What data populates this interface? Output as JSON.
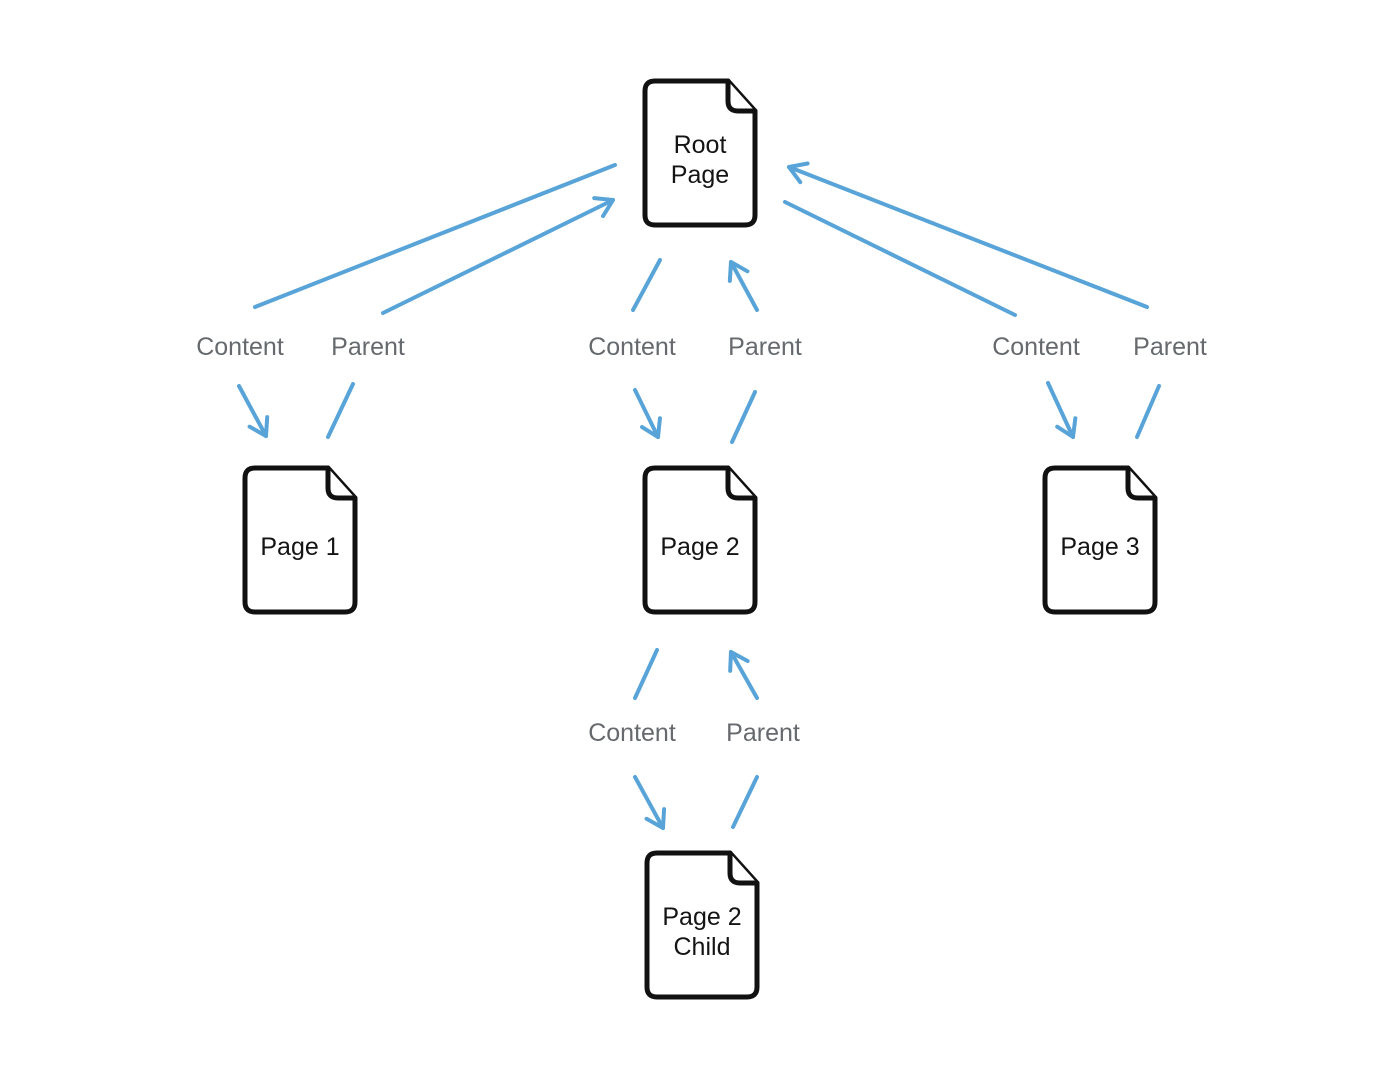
{
  "diagram": {
    "nodes": {
      "root": {
        "title": "Root\nPage"
      },
      "page1": {
        "title": "Page 1"
      },
      "page2": {
        "title": "Page 2"
      },
      "page3": {
        "title": "Page 3"
      },
      "page2_child": {
        "title": "Page 2\nChild"
      }
    },
    "edge_labels": {
      "left_content": "Content",
      "left_parent": "Parent",
      "mid_content": "Content",
      "mid_parent": "Parent",
      "right_content": "Content",
      "right_parent": "Parent",
      "bottom_content": "Content",
      "bottom_parent": "Parent"
    },
    "edges": [
      {
        "from": "Root Page",
        "to": "Page 1",
        "label": "Content"
      },
      {
        "from": "Page 1",
        "to": "Root Page",
        "label": "Parent"
      },
      {
        "from": "Root Page",
        "to": "Page 2",
        "label": "Content"
      },
      {
        "from": "Page 2",
        "to": "Root Page",
        "label": "Parent"
      },
      {
        "from": "Root Page",
        "to": "Page 3",
        "label": "Content"
      },
      {
        "from": "Page 3",
        "to": "Root Page",
        "label": "Parent"
      },
      {
        "from": "Page 2",
        "to": "Page 2 Child",
        "label": "Content"
      },
      {
        "from": "Page 2 Child",
        "to": "Page 2",
        "label": "Parent"
      }
    ],
    "colors": {
      "arrow_blue": "#58A4D8",
      "node_stroke": "#111111",
      "node_text": "#141414",
      "label_gray": "#66696D",
      "background": "#FFFFFF"
    },
    "icons": {
      "node_icon": "document-icon"
    }
  }
}
